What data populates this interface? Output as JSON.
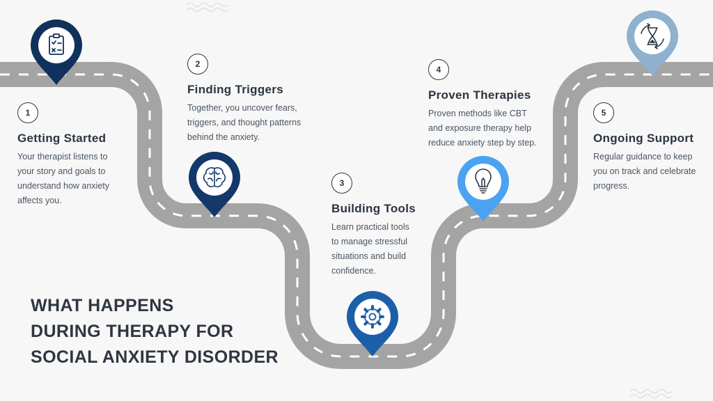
{
  "headline": {
    "line1": "WHAT HAPPENS",
    "line2": "DURING THERAPY FOR",
    "line3": "SOCIAL ANXIETY DISORDER"
  },
  "steps": [
    {
      "number": "1",
      "title": "Getting Started",
      "description": "Your therapist listens to\nyour story and goals to\nunderstand how anxiety\naffects you.",
      "icon": "checklist-icon",
      "color": "#10315c"
    },
    {
      "number": "2",
      "title": "Finding Triggers",
      "description": "Together, you uncover fears,\ntriggers, and thought patterns\nbehind the anxiety.",
      "icon": "brain-icon",
      "color": "#14386a"
    },
    {
      "number": "3",
      "title": "Building Tools",
      "description": "Learn practical tools\nto manage stressful\nsituations and build\nconfidence.",
      "icon": "gear-icon",
      "color": "#1b5fa8"
    },
    {
      "number": "4",
      "title": "Proven Therapies",
      "description": "Proven methods like CBT\nand exposure therapy help\nreduce anxiety step by step.",
      "icon": "lightbulb-icon",
      "color": "#4aa3f0"
    },
    {
      "number": "5",
      "title": "Ongoing Support",
      "description": "Regular guidance to keep\nyou on track and celebrate\nprogress.",
      "icon": "hourglass-icon",
      "color": "#8fb0cf"
    }
  ],
  "colors": {
    "road": "#a4a4a4",
    "road_marking": "#ffffff",
    "background": "#f7f7f7"
  }
}
